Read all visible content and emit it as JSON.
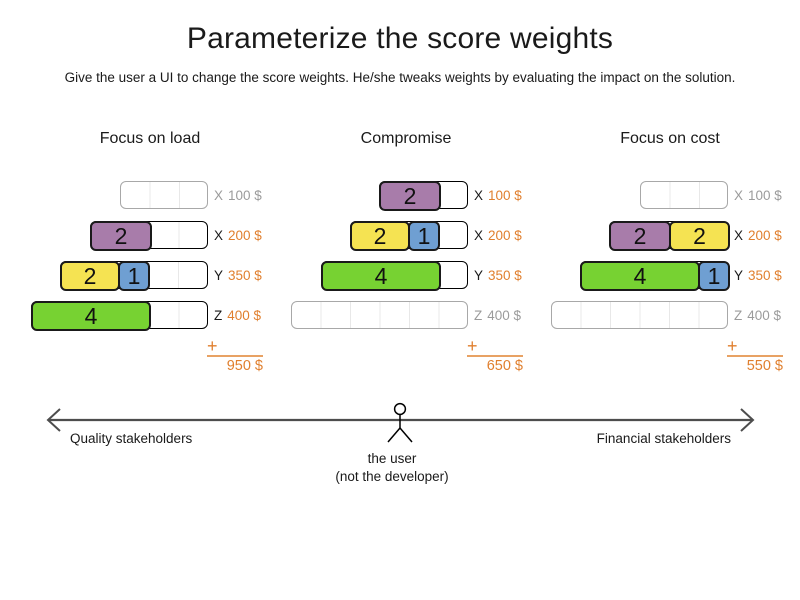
{
  "title": "Parameterize the score weights",
  "subtitle": "Give the user a UI to change the score weights. He/she tweaks weights by evaluating the impact on the solution.",
  "colors": {
    "accent_orange": "#e07f2e",
    "muted_gray": "#9b9b9b",
    "block_purple": "#a87caa",
    "block_yellow": "#f5e352",
    "block_blue": "#6f9fd2",
    "block_green": "#77d232"
  },
  "columns": [
    {
      "heading": "Focus on load",
      "rows": [
        {
          "constraint": "X",
          "price": "100 $",
          "empty": true,
          "capacity_units": 3,
          "blocks": []
        },
        {
          "constraint": "X",
          "price": "200 $",
          "slack_units": 2,
          "blocks": [
            {
              "value": "2",
              "color": "purple",
              "units": 2
            }
          ]
        },
        {
          "constraint": "Y",
          "price": "350 $",
          "slack_units": 2,
          "blocks": [
            {
              "value": "2",
              "color": "yellow",
              "units": 2
            },
            {
              "value": "1",
              "color": "blue",
              "units": 1
            }
          ]
        },
        {
          "constraint": "Z",
          "price": "400 $",
          "slack_units": 2,
          "blocks": [
            {
              "value": "4",
              "color": "green",
              "units": 4
            }
          ]
        }
      ],
      "plus": "+",
      "total": "950 $"
    },
    {
      "heading": "Compromise",
      "rows": [
        {
          "constraint": "X",
          "price": "100 $",
          "slack_units": 1,
          "blocks": [
            {
              "value": "2",
              "color": "purple",
              "units": 2
            }
          ]
        },
        {
          "constraint": "X",
          "price": "200 $",
          "slack_units": 1,
          "blocks": [
            {
              "value": "2",
              "color": "yellow",
              "units": 2
            },
            {
              "value": "1",
              "color": "blue",
              "units": 1
            }
          ]
        },
        {
          "constraint": "Y",
          "price": "350 $",
          "slack_units": 1,
          "blocks": [
            {
              "value": "4",
              "color": "green",
              "units": 4
            }
          ]
        },
        {
          "constraint": "Z",
          "price": "400 $",
          "empty": true,
          "capacity_units": 6,
          "blocks": []
        }
      ],
      "plus": "+",
      "total": "650 $"
    },
    {
      "heading": "Focus on cost",
      "rows": [
        {
          "constraint": "X",
          "price": "100 $",
          "empty": true,
          "capacity_units": 3,
          "blocks": []
        },
        {
          "constraint": "X",
          "price": "200 $",
          "slack_units": 0,
          "blocks": [
            {
              "value": "2",
              "color": "purple",
              "units": 2
            },
            {
              "value": "2",
              "color": "yellow",
              "units": 2
            }
          ]
        },
        {
          "constraint": "Y",
          "price": "350 $",
          "slack_units": 0,
          "blocks": [
            {
              "value": "4",
              "color": "green",
              "units": 4
            },
            {
              "value": "1",
              "color": "blue",
              "units": 1
            }
          ]
        },
        {
          "constraint": "Z",
          "price": "400 $",
          "empty": true,
          "capacity_units": 6,
          "blocks": []
        }
      ],
      "plus": "+",
      "total": "550 $"
    }
  ],
  "axis": {
    "left_label": "Quality stakeholders",
    "right_label": "Financial stakeholders",
    "center_label_line1": "the user",
    "center_label_line2": "(not the developer)"
  }
}
